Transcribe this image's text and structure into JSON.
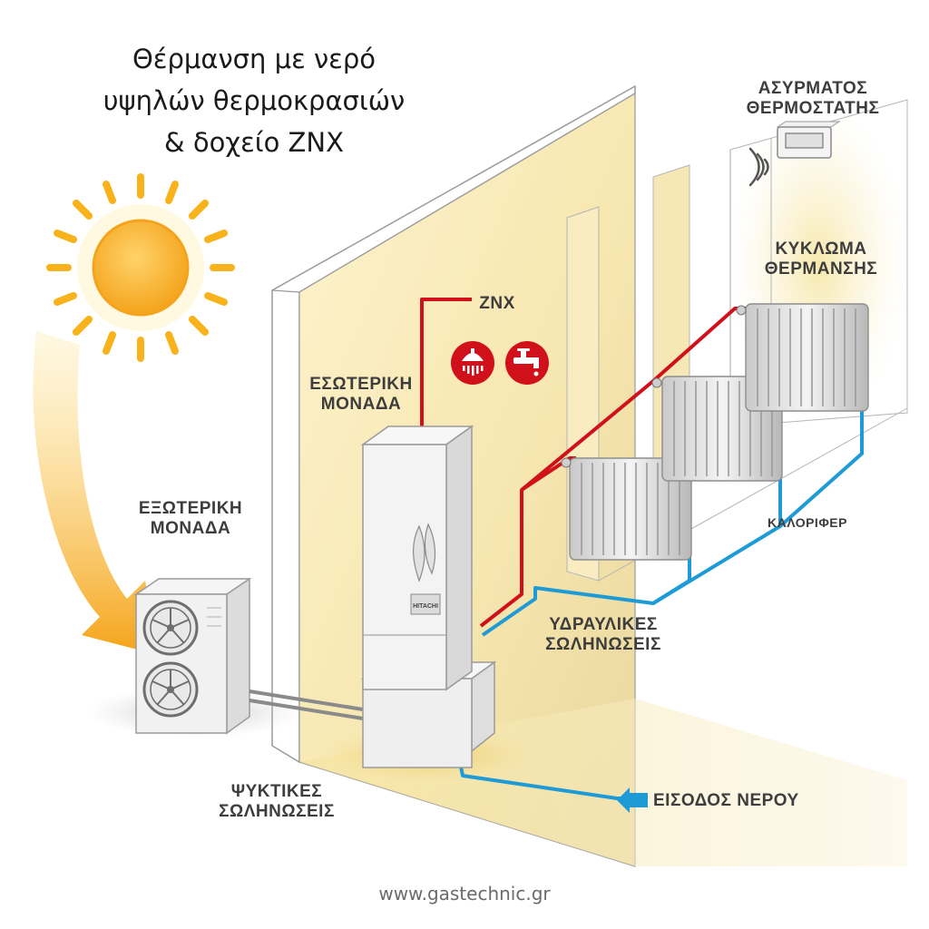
{
  "title": {
    "line1": "Θέρμανση με νερό",
    "line2": "υψηλών θερμοκρασιών",
    "line3": "& δοχείο ΖΝΧ"
  },
  "labels": {
    "thermostat": [
      "ΑΣΥΡΜΑΤΟΣ",
      "ΘΕΡΜΟΣΤΑΤΗΣ"
    ],
    "heating_circuit": [
      "ΚΥΚΛΩΜΑ",
      "ΘΕΡΜΑΝΣΗΣ"
    ],
    "dhw": "ΖΝΧ",
    "indoor_unit": [
      "ΕΣΩΤΕΡΙΚΗ",
      "ΜΟΝΑΔΑ"
    ],
    "outdoor_unit": [
      "ΕΞΩΤΕΡΙΚΗ",
      "ΜΟΝΑΔΑ"
    ],
    "radiators": "ΚΑΛΟΡΙΦΕΡ",
    "hydraulic_pipes": [
      "ΥΔΡΑΥΛΙΚΕΣ",
      "ΣΩΛΗΝΩΣΕΙΣ"
    ],
    "refrigerant_pipes": [
      "ΨΥΚΤΙΚΕΣ",
      "ΣΩΛΗΝΩΣΕΙΣ"
    ],
    "water_inlet": "ΕΙΣΟΔΟΣ ΝΕΡΟΥ"
  },
  "brand_logo": "HITACHI",
  "website": "www.gastechnic.gr",
  "icons": [
    "sun-icon",
    "shower-icon",
    "tap-icon",
    "thermostat-icon",
    "wireless-signal-icon",
    "water-inlet-arrow-icon"
  ],
  "colors": {
    "hot_pipe": "#d0111b",
    "cold_pipe": "#1e9ad6",
    "sun": "#f7b21c",
    "wall": "#fbefc6",
    "label": "#3d3d3d"
  }
}
